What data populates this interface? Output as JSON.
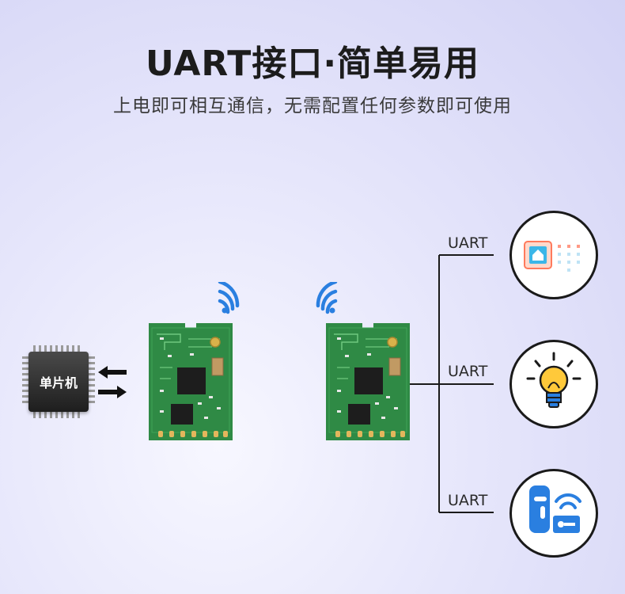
{
  "header": {
    "title": "UART接口·简单易用",
    "subtitle": "上电即可相互通信，无需配置任何参数即可使用"
  },
  "diagram": {
    "mcu_label": "单片机",
    "uart_labels": [
      "UART",
      "UART",
      "UART"
    ],
    "icons": [
      "smart-home-panel-icon",
      "light-bulb-icon",
      "smart-lock-icon"
    ],
    "colors": {
      "pcb_green": "#2f8a45",
      "wifi_blue": "#2a7fe0",
      "line": "#1a1a1a"
    }
  }
}
